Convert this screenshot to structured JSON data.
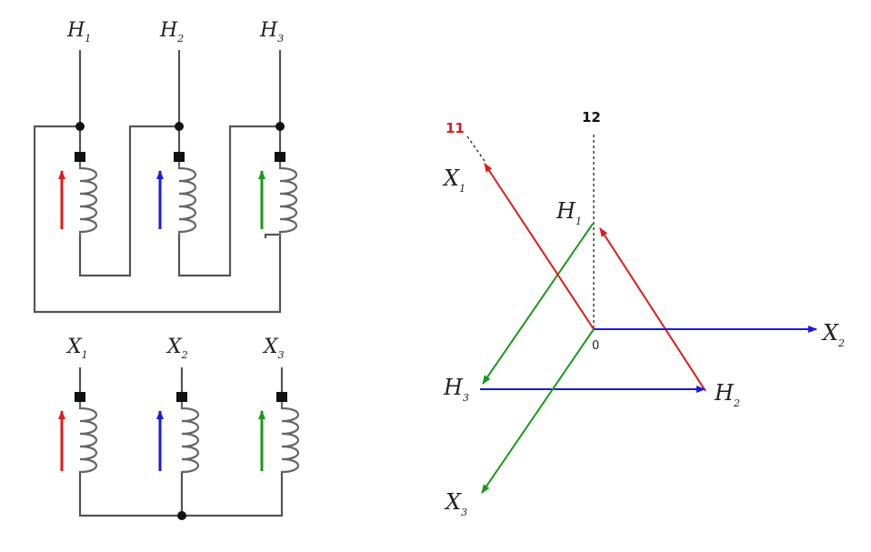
{
  "primary": {
    "terminals": [
      {
        "letter": "H",
        "sub": "1"
      },
      {
        "letter": "H",
        "sub": "2"
      },
      {
        "letter": "H",
        "sub": "3"
      }
    ]
  },
  "secondary": {
    "terminals": [
      {
        "letter": "X",
        "sub": "1"
      },
      {
        "letter": "X",
        "sub": "2"
      },
      {
        "letter": "X",
        "sub": "3"
      }
    ]
  },
  "phasor": {
    "clock_11": "11",
    "clock_12": "12",
    "origin": "0",
    "H1": {
      "letter": "H",
      "sub": "1"
    },
    "H2": {
      "letter": "H",
      "sub": "2"
    },
    "H3": {
      "letter": "H",
      "sub": "3"
    },
    "X1": {
      "letter": "X",
      "sub": "1"
    },
    "X2": {
      "letter": "X",
      "sub": "2"
    },
    "X3": {
      "letter": "X",
      "sub": "3"
    }
  },
  "colors": {
    "phase1": "#e01b1b",
    "phase2": "#1b1be0",
    "phase3": "#1a9a1a",
    "clock_11": "#e01b1b",
    "clock_12": "#111111"
  }
}
